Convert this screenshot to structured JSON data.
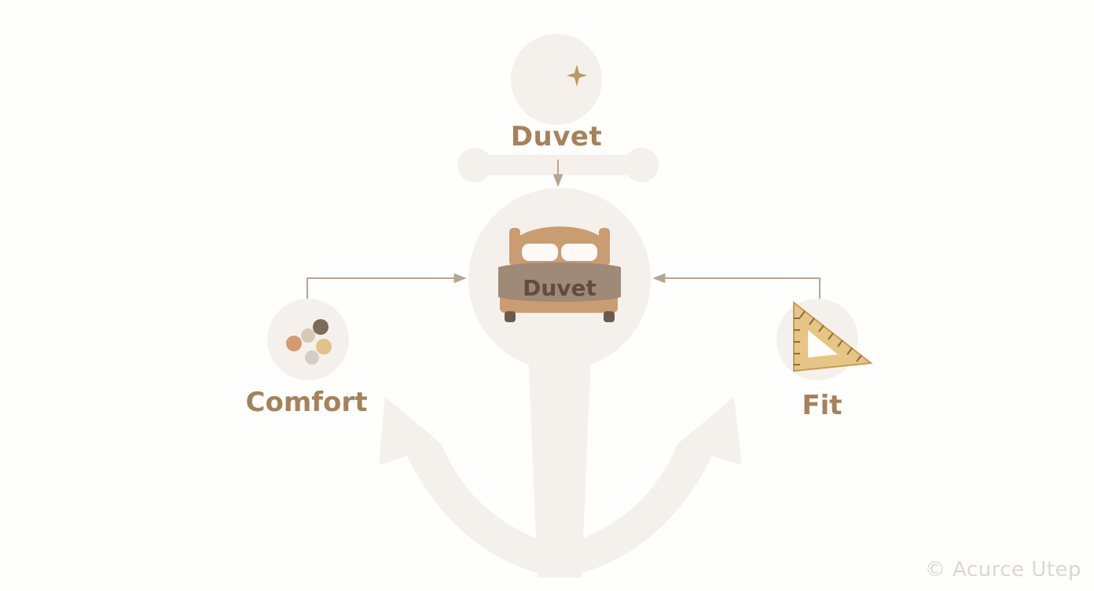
{
  "top_node": {
    "label": "Duvet",
    "icon": "moon-star-icon"
  },
  "center_node": {
    "icon_text": "Duvet",
    "icon": "bed-icon"
  },
  "left_node": {
    "label": "Comfort",
    "icon": "dots-icon"
  },
  "right_node": {
    "label": "Fit",
    "icon": "triangle-ruler-icon"
  },
  "watermark": "© Acurce Utep",
  "colors": {
    "background": "#fefefd",
    "anchor": "#f4f1ec",
    "label": "#a5825b",
    "connector": "#b8a590",
    "moon": "#7d6b5a",
    "star": "#bd9966",
    "bed_frame": "#c99d71",
    "blanket": "#9f8977",
    "ruler": "#e6c585"
  }
}
